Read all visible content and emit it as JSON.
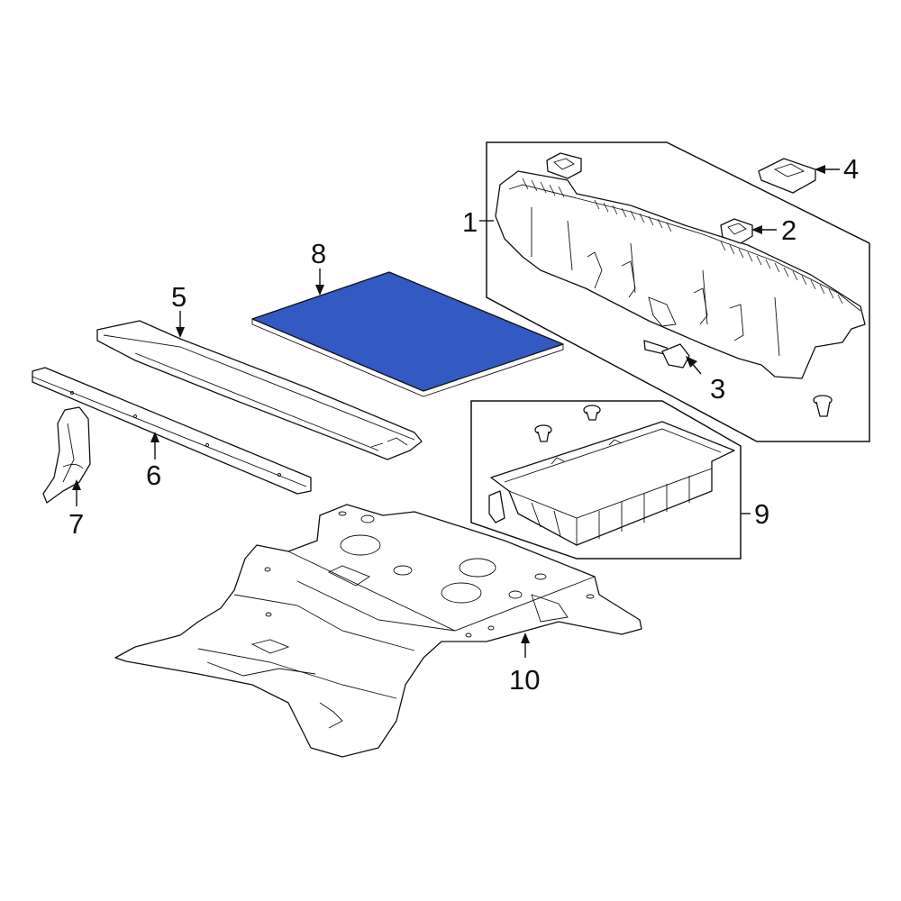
{
  "callouts": {
    "c1": "1",
    "c2": "2",
    "c3": "3",
    "c4": "4",
    "c5": "5",
    "c6": "6",
    "c7": "7",
    "c8": "8",
    "c9": "9",
    "c10": "10"
  },
  "colors": {
    "highlight": "#3359C2",
    "line": "#111111",
    "background": "#FFFFFF"
  },
  "highlighted_part": "8"
}
